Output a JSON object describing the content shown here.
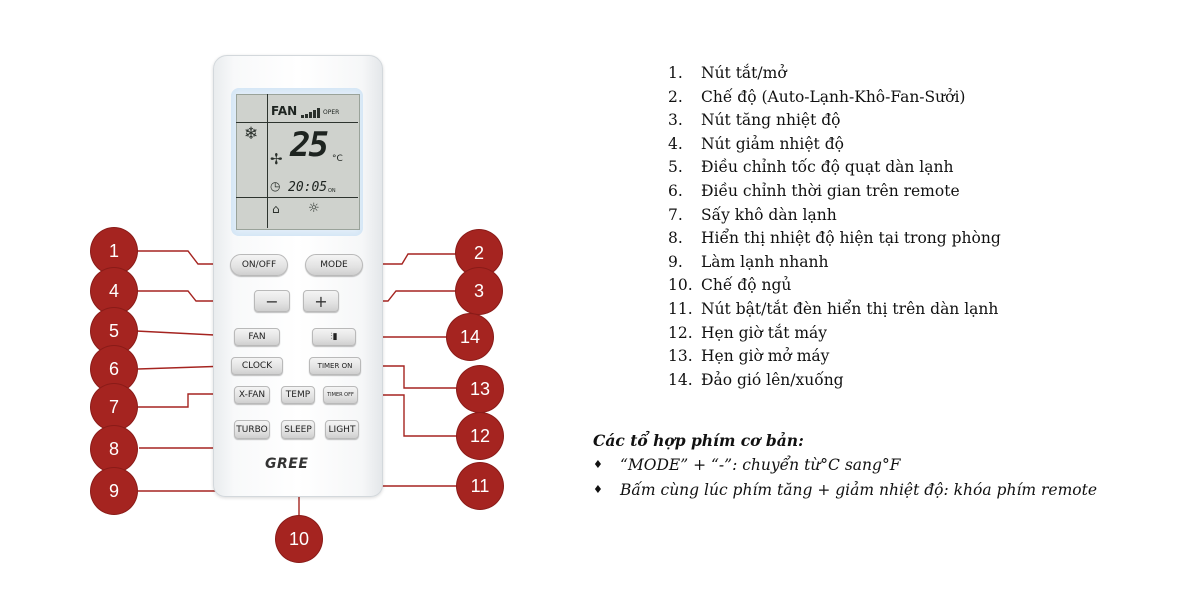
{
  "remote": {
    "lcd": {
      "fan_label": "FAN",
      "oper_label": "OPER",
      "temperature": "25",
      "unit": "°C",
      "time": "20:05",
      "on_label": "ON"
    },
    "buttons": {
      "onoff": "ON/OFF",
      "mode": "MODE",
      "minus": "−",
      "plus": "+",
      "fan": "FAN",
      "swing": "⫶▮",
      "clock": "CLOCK",
      "timer_on": "TIMER ON",
      "xfan": "X-FAN",
      "temp": "TEMP",
      "timer_off": "TIMER OFF",
      "turbo": "TURBO",
      "sleep": "SLEEP",
      "light": "LIGHT"
    },
    "brand": "GREE"
  },
  "callouts": [
    "1",
    "2",
    "3",
    "4",
    "5",
    "6",
    "7",
    "8",
    "9",
    "10",
    "11",
    "12",
    "13",
    "14"
  ],
  "legend": [
    {
      "num": "1.",
      "text": "Nút tắt/mở"
    },
    {
      "num": "2.",
      "text": "Chế độ (Auto-Lạnh-Khô-Fan-Sưởi)"
    },
    {
      "num": "3.",
      "text": "Nút tăng nhiệt độ"
    },
    {
      "num": "4.",
      "text": "Nút giảm  nhiệt độ"
    },
    {
      "num": "5.",
      "text": "Điều chỉnh tốc độ quạt dàn lạnh"
    },
    {
      "num": "6.",
      "text": "Điều chỉnh thời gian trên remote"
    },
    {
      "num": "7.",
      "text": "Sấy khô dàn lạnh"
    },
    {
      "num": "8.",
      "text": "Hiển thị nhiệt độ hiện tại trong phòng"
    },
    {
      "num": "9.",
      "text": "Làm lạnh nhanh"
    },
    {
      "num": "10.",
      "text": "Chế độ ngủ"
    },
    {
      "num": "11.",
      "text": "Nút bật/tắt đèn hiển thị trên dàn lạnh"
    },
    {
      "num": "12.",
      "text": "Hẹn giờ tắt máy"
    },
    {
      "num": "13.",
      "text": "Hẹn giờ mở máy"
    },
    {
      "num": "14.",
      "text": "Đảo gió lên/xuống"
    }
  ],
  "tips": {
    "title": "Các tổ hợp phím cơ bản:",
    "bullet": "♦",
    "items": [
      "“MODE” + “-”: chuyển từ°C sang°F",
      "Bấm cùng lúc phím tăng + giảm nhiệt độ: khóa phím remote"
    ]
  },
  "colors": {
    "callout_fill": "#a52420",
    "leader_line": "#a52420",
    "lcd_background": "#cfd2cd"
  },
  "icons": [
    "snowflake-icon",
    "fan-icon",
    "clock-icon",
    "house-icon",
    "sun-icon",
    "signal-bars-icon"
  ]
}
